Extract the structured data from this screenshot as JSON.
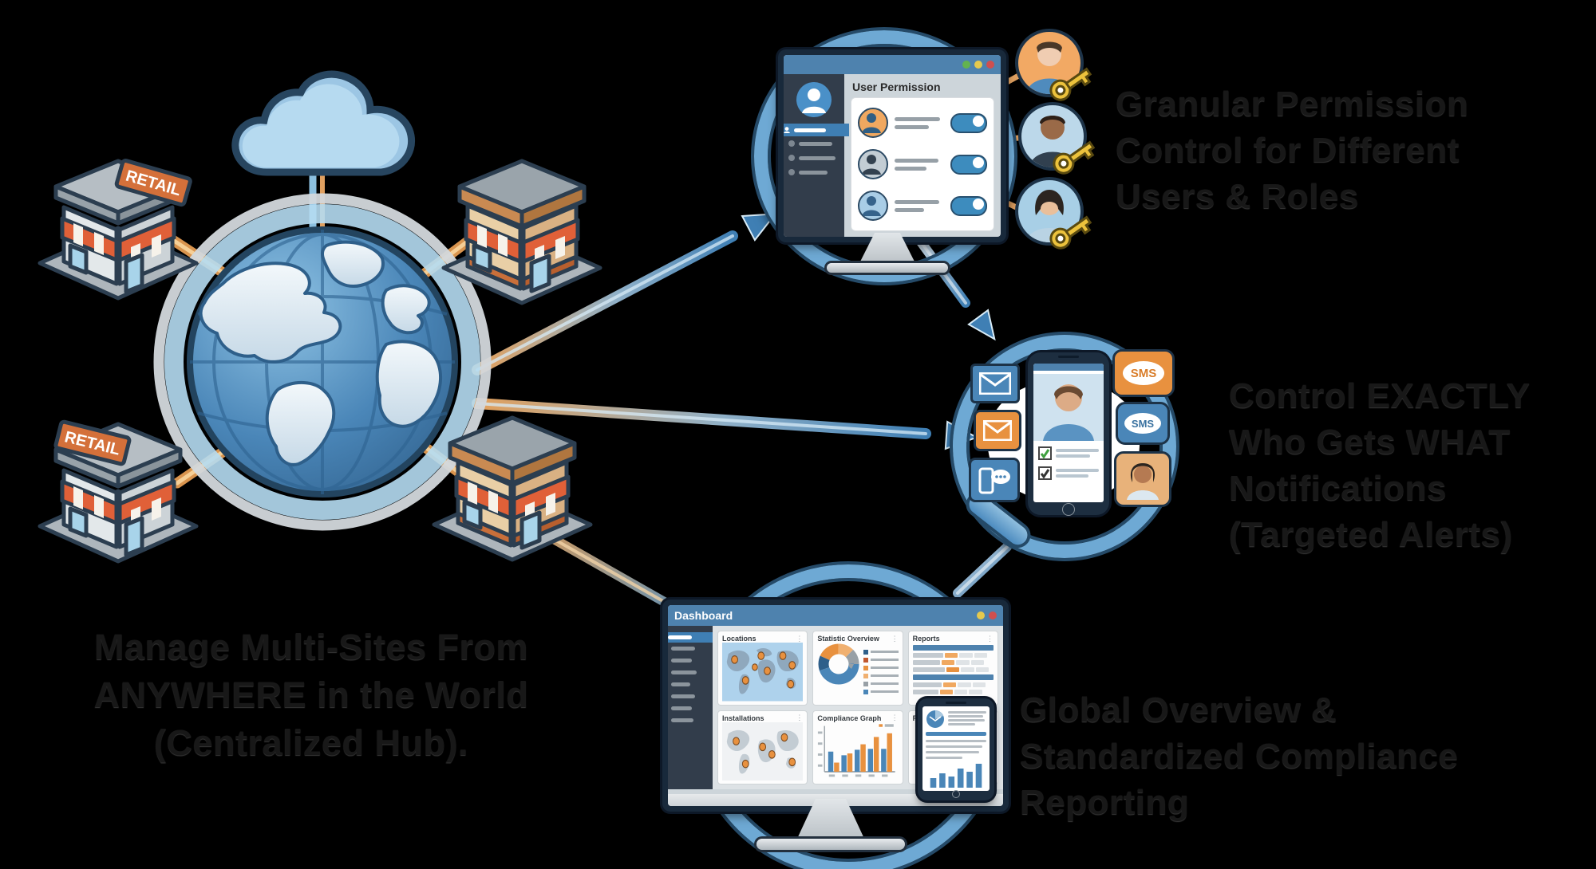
{
  "scene": {
    "background": "#000000"
  },
  "captions": {
    "manage": {
      "lines": [
        "Manage Multi-Sites From",
        "ANYWHERE in the World",
        "(Centralized Hub)."
      ]
    },
    "granular": {
      "lines": [
        "Granular Permission",
        "Control for Different",
        "Users & Roles"
      ]
    },
    "control": {
      "lines": [
        "Control EXACTLY",
        "Who Gets WHAT",
        "Notifications",
        "(Targeted Alerts)"
      ]
    },
    "global": {
      "lines": [
        "Global Overview &",
        "Standardized Compliance",
        "Reporting"
      ]
    }
  },
  "hub": {
    "stores": [
      {
        "position": "top-left",
        "sign_label": "RETAIL"
      },
      {
        "position": "top-right",
        "sign_label": ""
      },
      {
        "position": "bottom-left",
        "sign_label": "RETAIL"
      },
      {
        "position": "bottom-right",
        "sign_label": ""
      }
    ]
  },
  "permission_monitor": {
    "title": "User Permission"
  },
  "notifications": {
    "sms_bubble_orange": "SMS",
    "sms_bubble_blue": "SMS"
  },
  "dashboard_monitor": {
    "title": "Dashboard",
    "panels": [
      {
        "title": "Locations"
      },
      {
        "title": "Statistic Overview"
      },
      {
        "title": "Reports"
      },
      {
        "title": "Installations"
      },
      {
        "title": "Compliance Graph"
      },
      {
        "title": "Reports"
      }
    ]
  },
  "colors": {
    "accent_blue": "#4a86b8",
    "accent_orange": "#e8913f",
    "ring_blue": "#6ea9d4",
    "navy_outline": "#23405c"
  }
}
